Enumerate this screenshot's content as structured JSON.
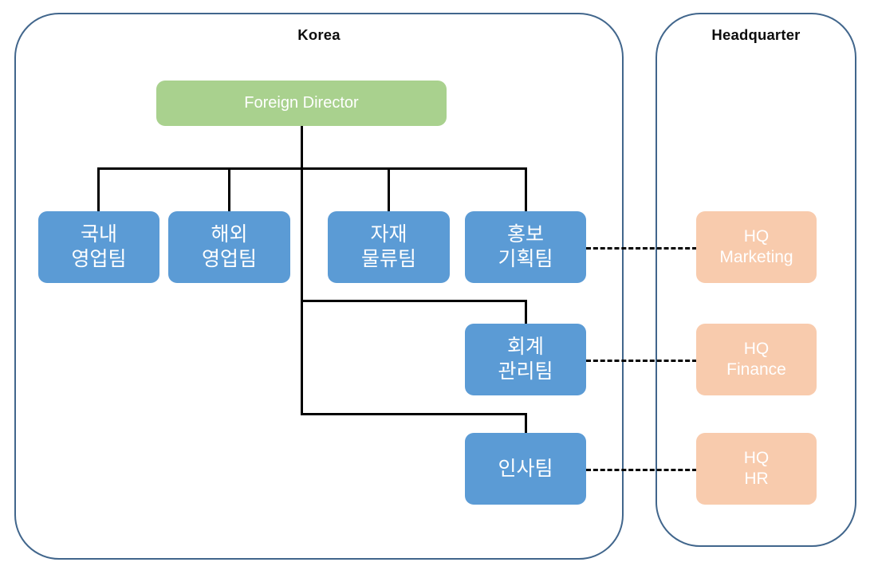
{
  "diagram": {
    "type": "org-chart",
    "title": "Korea branch and Headquarter organization chart",
    "colors": {
      "panel_border": "#41668c",
      "director": "#a9d18e",
      "team": "#5b9bd5",
      "headquarter": "#f8cbad",
      "connector": "#000000",
      "node_text": "#ffffff",
      "title_text": "#0d0d0d",
      "background": "#ffffff"
    }
  },
  "panels": [
    {
      "id": "korea",
      "title": "Korea"
    },
    {
      "id": "headquarter",
      "title": "Headquarter"
    }
  ],
  "nodes": {
    "director": {
      "label": "Foreign Director",
      "color": "#a9d18e"
    },
    "teams": [
      {
        "id": "domestic-sales",
        "label": "국내\n영업팀",
        "color": "#5b9bd5"
      },
      {
        "id": "overseas-sales",
        "label": "해외\n영업팀",
        "color": "#5b9bd5"
      },
      {
        "id": "materials-logistics",
        "label": "자재\n물류팀",
        "color": "#5b9bd5"
      },
      {
        "id": "pr-planning",
        "label": "홍보\n기획팀",
        "color": "#5b9bd5"
      },
      {
        "id": "accounting",
        "label": "회계\n관리팀",
        "color": "#5b9bd5"
      },
      {
        "id": "hr",
        "label": "인사팀",
        "color": "#5b9bd5"
      }
    ],
    "headquarter_units": [
      {
        "id": "hq-marketing",
        "label": "HQ\nMarketing",
        "color": "#f8cbad"
      },
      {
        "id": "hq-finance",
        "label": "HQ\nFinance",
        "color": "#f8cbad"
      },
      {
        "id": "hq-hr",
        "label": "HQ\nHR",
        "color": "#f8cbad"
      }
    ]
  },
  "links": {
    "solid": [
      {
        "from": "director",
        "to": "domestic-sales"
      },
      {
        "from": "director",
        "to": "overseas-sales"
      },
      {
        "from": "director",
        "to": "materials-logistics"
      },
      {
        "from": "director",
        "to": "pr-planning"
      },
      {
        "from": "director",
        "to": "accounting"
      },
      {
        "from": "director",
        "to": "hr"
      }
    ],
    "dashed": [
      {
        "from": "pr-planning",
        "to": "hq-marketing"
      },
      {
        "from": "accounting",
        "to": "hq-finance"
      },
      {
        "from": "hr",
        "to": "hq-hr"
      }
    ]
  }
}
